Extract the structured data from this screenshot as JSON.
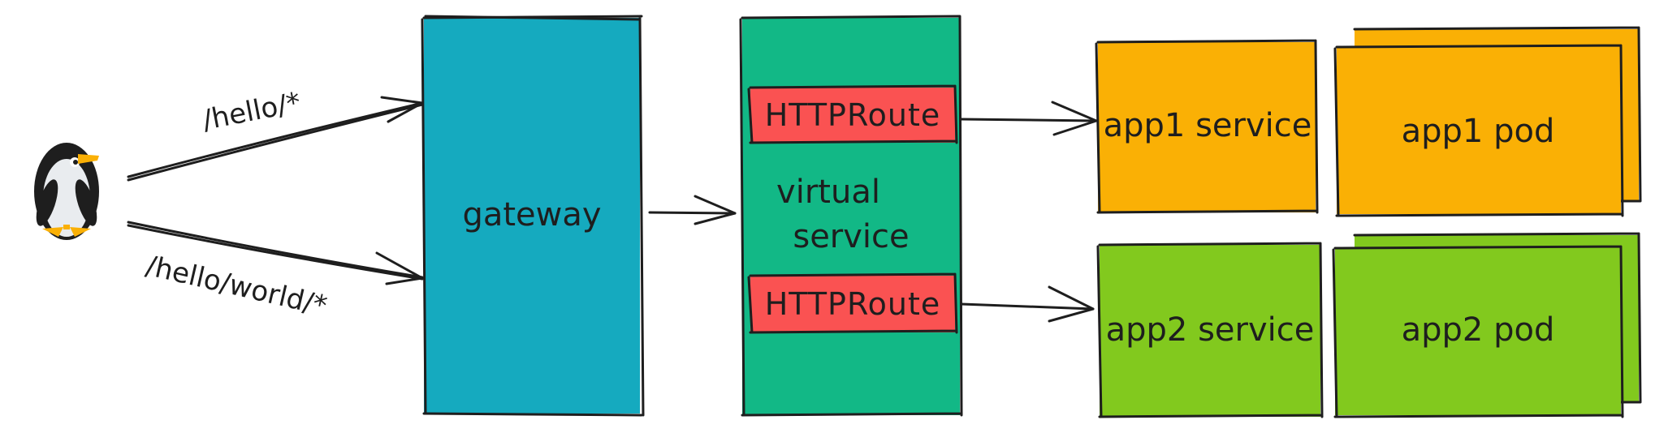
{
  "nodes": {
    "gateway": {
      "label": "gateway",
      "color": "#15aabf"
    },
    "virtual_service": {
      "label_line1": "virtual",
      "label_line2": "service",
      "color": "#12b886"
    },
    "httproute_1": {
      "label": "HTTPRoute",
      "color": "#fa5252"
    },
    "httproute_2": {
      "label": "HTTPRoute",
      "color": "#fa5252"
    },
    "app1_service": {
      "label": "app1 service",
      "color": "#fab005"
    },
    "app1_pod": {
      "label": "app1 pod",
      "color": "#fab005"
    },
    "app2_service": {
      "label": "app2 service",
      "color": "#82c91e"
    },
    "app2_pod": {
      "label": "app2 pod",
      "color": "#82c91e"
    }
  },
  "edges": {
    "hello": {
      "label": "/hello/*"
    },
    "hello_world": {
      "label": "/hello/world/*"
    }
  },
  "icons": {
    "client": "penguin-icon"
  }
}
